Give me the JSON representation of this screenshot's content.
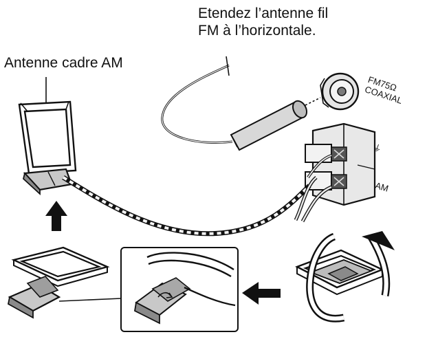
{
  "labels": {
    "fm_instruction": [
      "Etendez l’antenne fil",
      "FM à l’horizontale."
    ],
    "am_loop": "Antenne cadre AM",
    "fm75": [
      "FM75Ω",
      "COAXIAL"
    ],
    "am_terminal": "AM",
    "ground_symbol": "⏚"
  },
  "icons": {
    "up_arrow": "arrow-up-icon",
    "left_arrow": "arrow-left-icon",
    "rotate_arrow": "rotate-arrow-icon"
  },
  "colors": {
    "ink": "#111111",
    "fill_light": "#e4e4e4",
    "fill_mid": "#bdbdbd",
    "fill_dark": "#7a7a7a"
  }
}
